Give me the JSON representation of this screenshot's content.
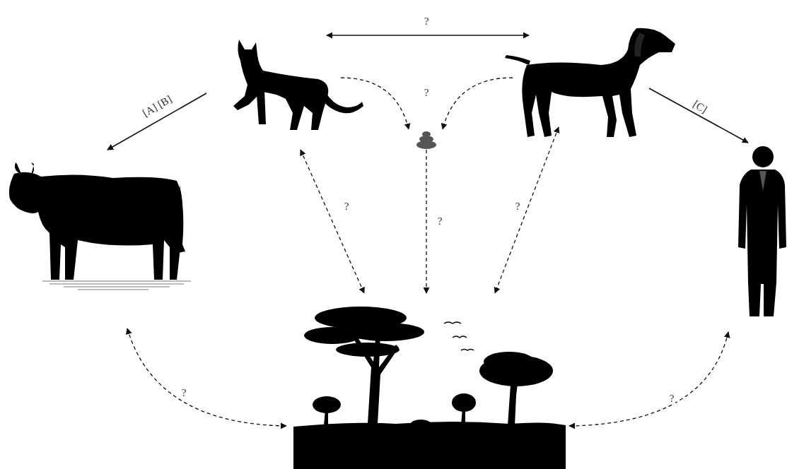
{
  "diagram": {
    "labels": [
      "?",
      "[A] [B]",
      "[C]",
      "?",
      "?",
      "?",
      "?",
      "?",
      "?"
    ]
  }
}
